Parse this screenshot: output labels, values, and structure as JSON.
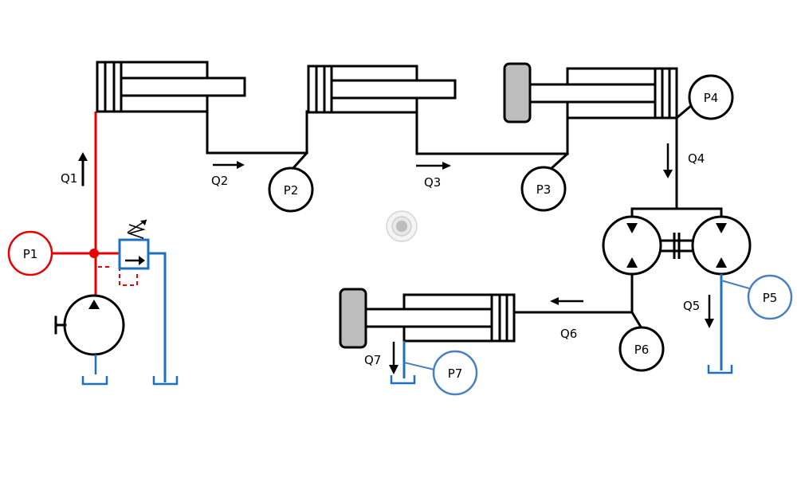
{
  "labels": {
    "p1": "P1",
    "p2": "P2",
    "p3": "P3",
    "p4": "P4",
    "p5": "P5",
    "p6": "P6",
    "p7": "P7",
    "q1": "Q1",
    "q2": "Q2",
    "q3": "Q3",
    "q4": "Q4",
    "q5": "Q5",
    "q6": "Q6",
    "q7": "Q7"
  },
  "colors": {
    "pressure_line": "#e60000",
    "return_line": "#1f6fc0",
    "return_gauge": "#4a7fc0",
    "line": "#000000",
    "rod_end": "#bdbdbd"
  },
  "icons": {
    "center_control": "record-button-icon"
  }
}
